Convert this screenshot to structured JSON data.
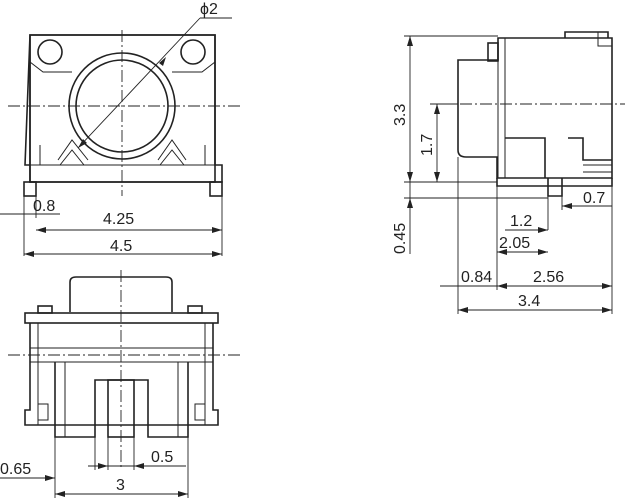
{
  "drawing": {
    "front_view": {
      "diameter_label": "ϕ2",
      "dim_terminal_offset": "0.8",
      "dim_body_width": "4.25",
      "dim_overall_width": "4.5"
    },
    "side_view": {
      "dim_height": "3.3",
      "dim_mid_height": "1.7",
      "dim_terminal_thickness": "0.45",
      "dim_terminal_end": "0.7",
      "dim_pad_a": "1.2",
      "dim_pad_b": "2.05",
      "dim_stem_offset": "0.84",
      "dim_body_depth": "2.56",
      "dim_overall_depth": "3.4"
    },
    "bottom_view": {
      "dim_edge": "0.65",
      "dim_pitch": "3",
      "dim_pin_width": "0.5"
    }
  }
}
